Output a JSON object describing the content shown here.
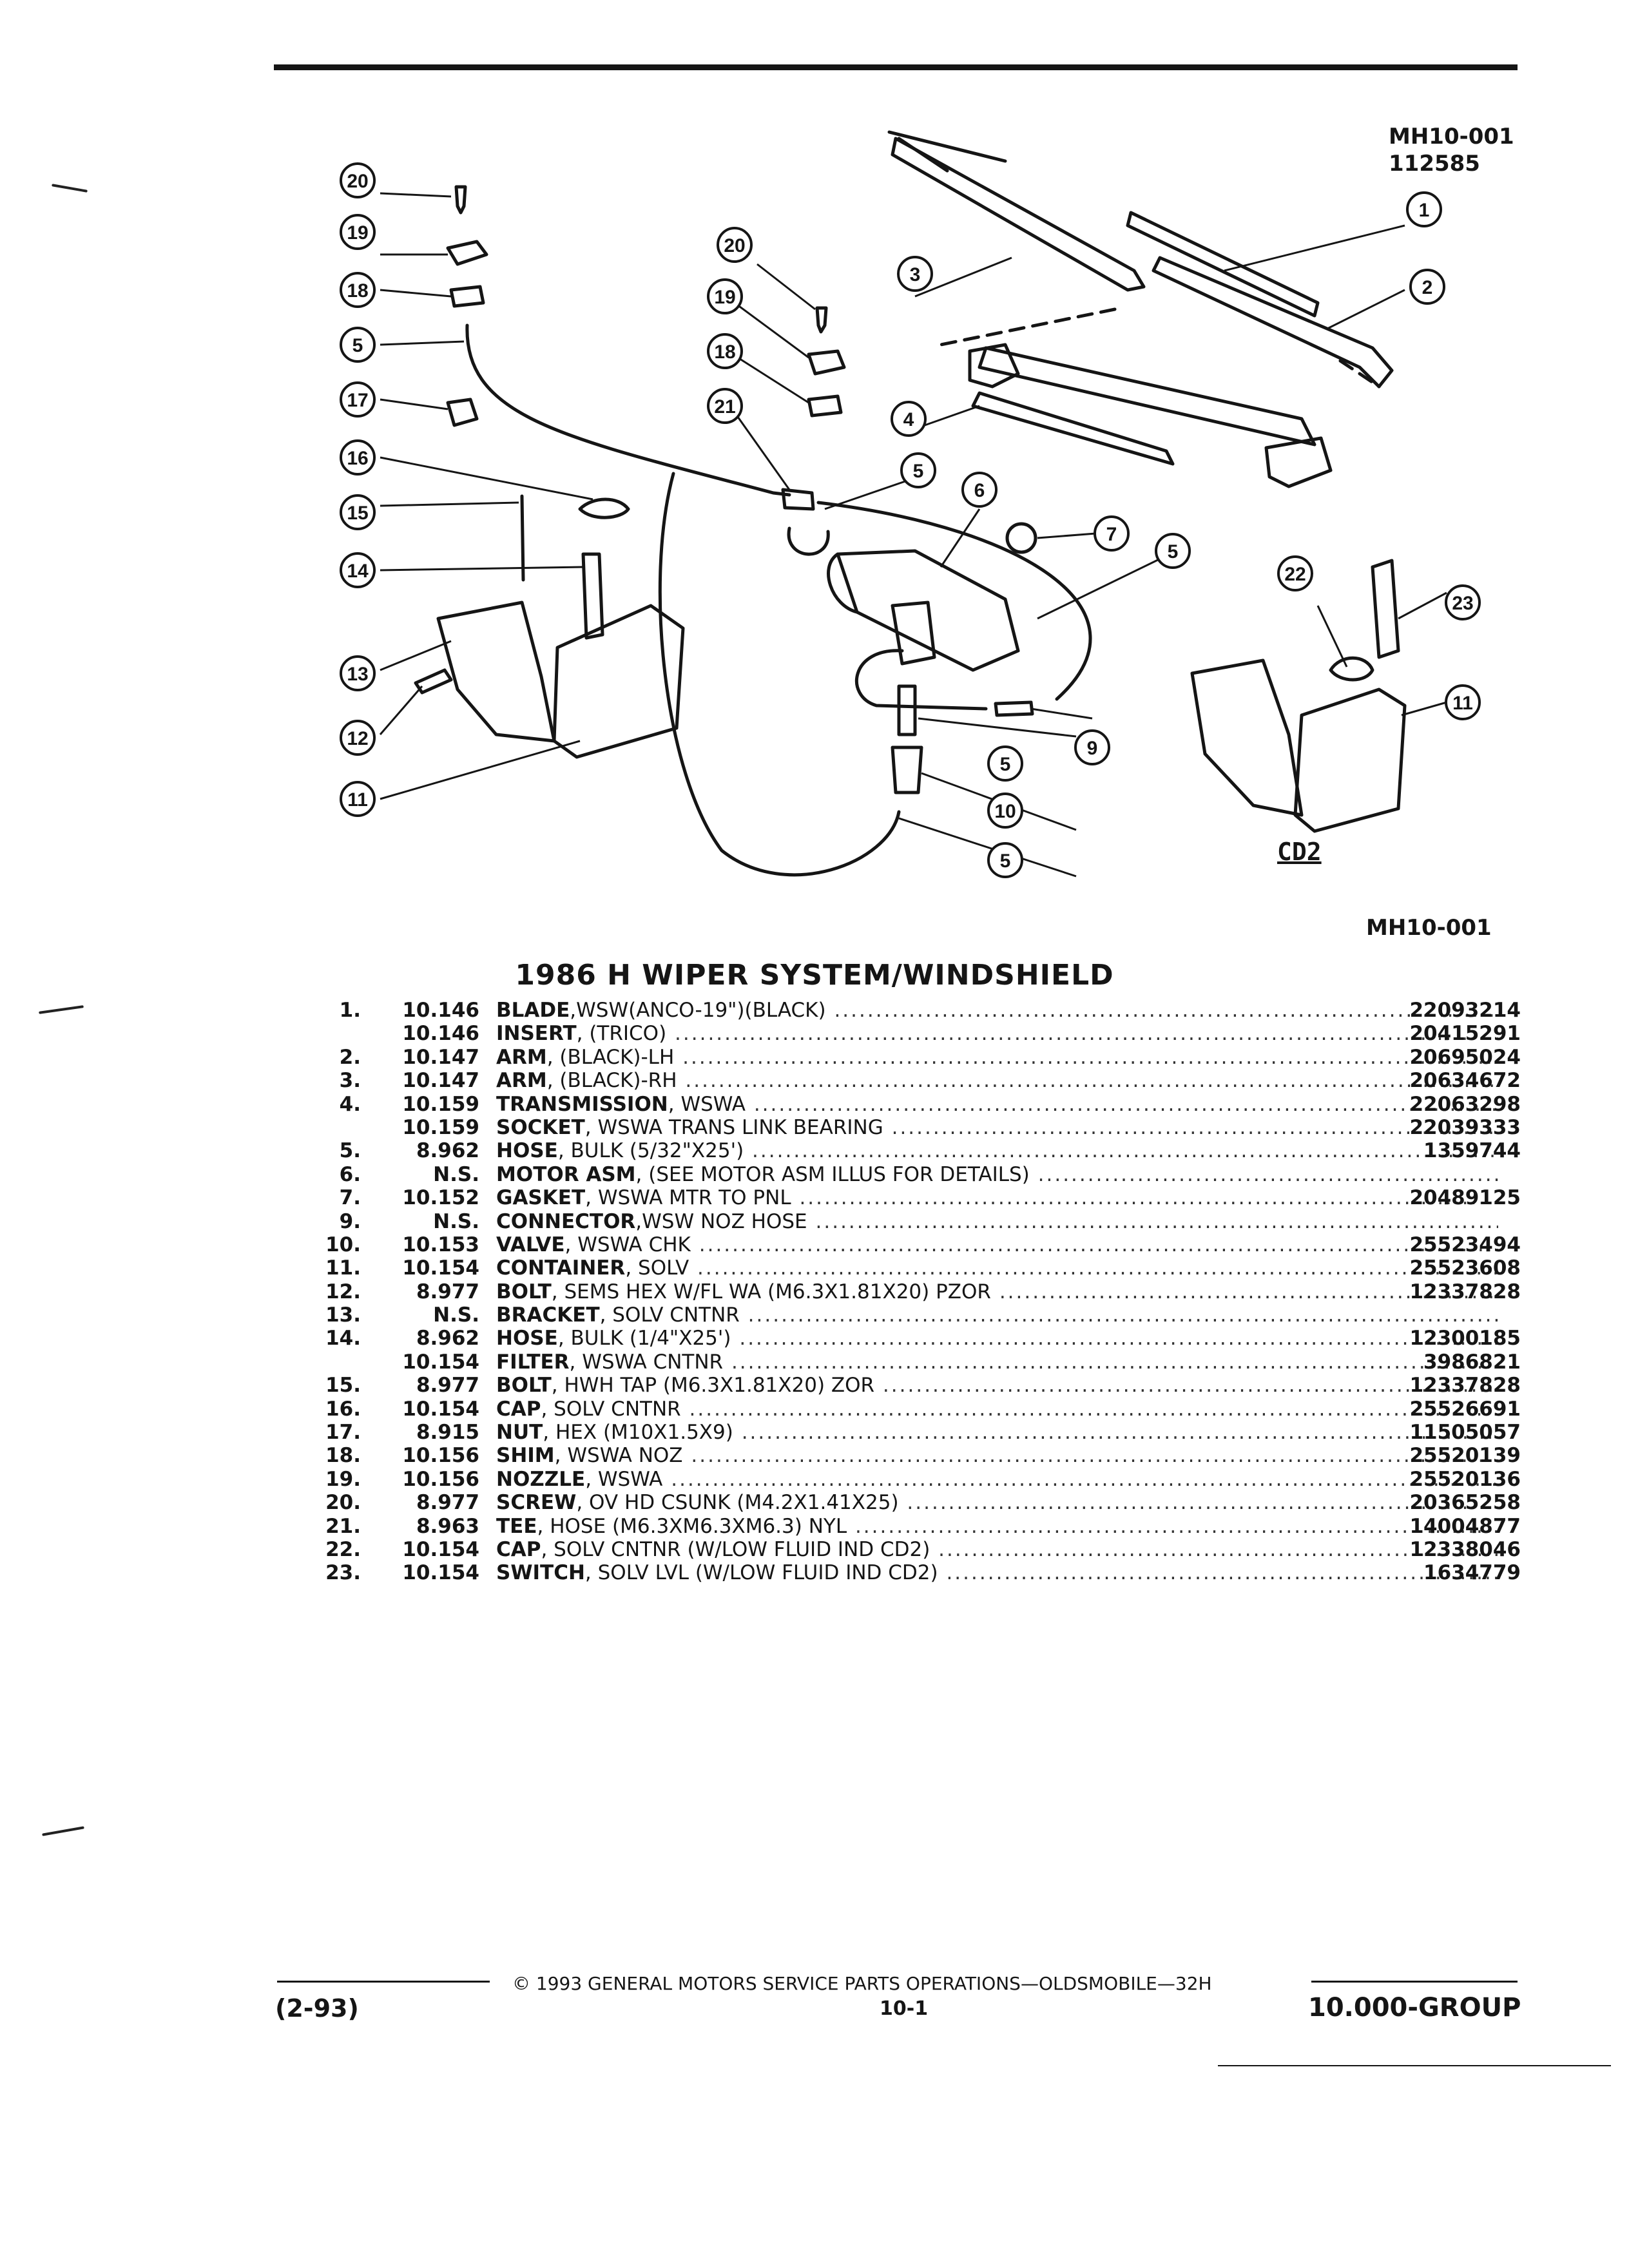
{
  "diagram": {
    "figure_id": "MH10-001",
    "figure_code": "112585",
    "figure_id_bottom": "MH10-001",
    "option_code": "CD2",
    "callouts": [
      "1",
      "2",
      "3",
      "4",
      "5",
      "6",
      "7",
      "9",
      "10",
      "11",
      "12",
      "13",
      "14",
      "15",
      "16",
      "17",
      "18",
      "19",
      "20",
      "21",
      "22",
      "23"
    ]
  },
  "title": "1986 H WIPER SYSTEM/WINDSHIELD",
  "parts": [
    {
      "item": "1.",
      "group": "10.146",
      "name": "BLADE",
      "detail": ",WSW(ANCO-19\")(BLACK)",
      "part_no": "22093214"
    },
    {
      "item": "",
      "group": "10.146",
      "name": "INSERT",
      "detail": ", (TRICO)",
      "part_no": "20415291"
    },
    {
      "item": "2.",
      "group": "10.147",
      "name": "ARM",
      "detail": ", (BLACK)-LH",
      "part_no": "20695024"
    },
    {
      "item": "3.",
      "group": "10.147",
      "name": "ARM",
      "detail": ", (BLACK)-RH",
      "part_no": "20634672"
    },
    {
      "item": "4.",
      "group": "10.159",
      "name": "TRANSMISSION",
      "detail": ", WSWA",
      "part_no": "22063298"
    },
    {
      "item": "",
      "group": "10.159",
      "name": "SOCKET",
      "detail": ", WSWA TRANS LINK BEARING",
      "part_no": "22039333"
    },
    {
      "item": "5.",
      "group": "8.962",
      "name": "HOSE",
      "detail": ", BULK (5/32\"X25')",
      "part_no": "1359744"
    },
    {
      "item": "6.",
      "group": "N.S.",
      "name": "MOTOR ASM",
      "detail": ", (SEE MOTOR ASM ILLUS FOR DETAILS)",
      "part_no": ""
    },
    {
      "item": "7.",
      "group": "10.152",
      "name": "GASKET",
      "detail": ", WSWA MTR TO PNL",
      "part_no": "20489125"
    },
    {
      "item": "9.",
      "group": "N.S.",
      "name": "CONNECTOR",
      "detail": ",WSW NOZ HOSE",
      "part_no": ""
    },
    {
      "item": "10.",
      "group": "10.153",
      "name": "VALVE",
      "detail": ", WSWA CHK",
      "part_no": "25523494"
    },
    {
      "item": "11.",
      "group": "10.154",
      "name": "CONTAINER",
      "detail": ", SOLV",
      "part_no": "25523608"
    },
    {
      "item": "12.",
      "group": "8.977",
      "name": "BOLT",
      "detail": ", SEMS HEX W/FL WA (M6.3X1.81X20) PZOR",
      "part_no": "12337828"
    },
    {
      "item": "13.",
      "group": "N.S.",
      "name": "BRACKET",
      "detail": ", SOLV CNTNR",
      "part_no": ""
    },
    {
      "item": "14.",
      "group": "8.962",
      "name": "HOSE",
      "detail": ", BULK (1/4\"X25')",
      "part_no": "12300185"
    },
    {
      "item": "",
      "group": "10.154",
      "name": "FILTER",
      "detail": ", WSWA CNTNR",
      "part_no": "3986821"
    },
    {
      "item": "15.",
      "group": "8.977",
      "name": "BOLT",
      "detail": ", HWH TAP (M6.3X1.81X20) ZOR",
      "part_no": "12337828"
    },
    {
      "item": "16.",
      "group": "10.154",
      "name": "CAP",
      "detail": ", SOLV CNTNR",
      "part_no": "25526691"
    },
    {
      "item": "17.",
      "group": "8.915",
      "name": "NUT",
      "detail": ", HEX (M10X1.5X9)",
      "part_no": "11505057"
    },
    {
      "item": "18.",
      "group": "10.156",
      "name": "SHIM",
      "detail": ", WSWA NOZ",
      "part_no": "25520139"
    },
    {
      "item": "19.",
      "group": "10.156",
      "name": "NOZZLE",
      "detail": ", WSWA",
      "part_no": "25520136"
    },
    {
      "item": "20.",
      "group": "8.977",
      "name": "SCREW",
      "detail": ", OV HD CSUNK (M4.2X1.41X25)",
      "part_no": "20365258"
    },
    {
      "item": "21.",
      "group": "8.963",
      "name": "TEE",
      "detail": ", HOSE (M6.3XM6.3XM6.3) NYL",
      "part_no": "14004877"
    },
    {
      "item": "22.",
      "group": "10.154",
      "name": "CAP",
      "detail": ", SOLV CNTNR (W/LOW FLUID IND CD2)",
      "part_no": "12338046"
    },
    {
      "item": "23.",
      "group": "10.154",
      "name": "SWITCH",
      "detail": ", SOLV LVL (W/LOW FLUID IND CD2)",
      "part_no": "1634779"
    }
  ],
  "footer": {
    "copyright": "© 1993 GENERAL MOTORS SERVICE PARTS OPERATIONS—OLDSMOBILE—32H",
    "page": "10-1",
    "date_code": "(2-93)",
    "group": "10.000-GROUP"
  }
}
